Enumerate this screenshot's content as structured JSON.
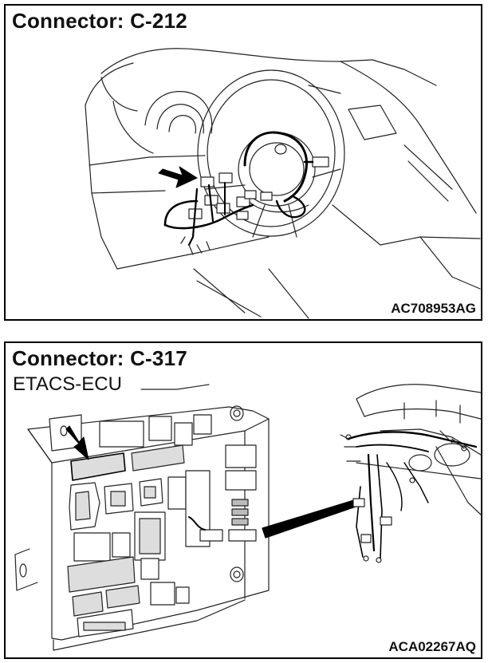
{
  "figures": [
    {
      "title": "Connector: C-212",
      "code": "AC708953AG"
    },
    {
      "title": "Connector: C-317",
      "subtitle": "ETACS-ECU",
      "code": "ACA02267AQ"
    }
  ],
  "colors": {
    "line": "#111111",
    "fill": "#ffffff",
    "shade": "#dddddd",
    "mid": "#bbbbbb",
    "arrow": "#000000"
  },
  "icons": {
    "pointer": "arrow-icon",
    "wire": "harness-icon"
  }
}
